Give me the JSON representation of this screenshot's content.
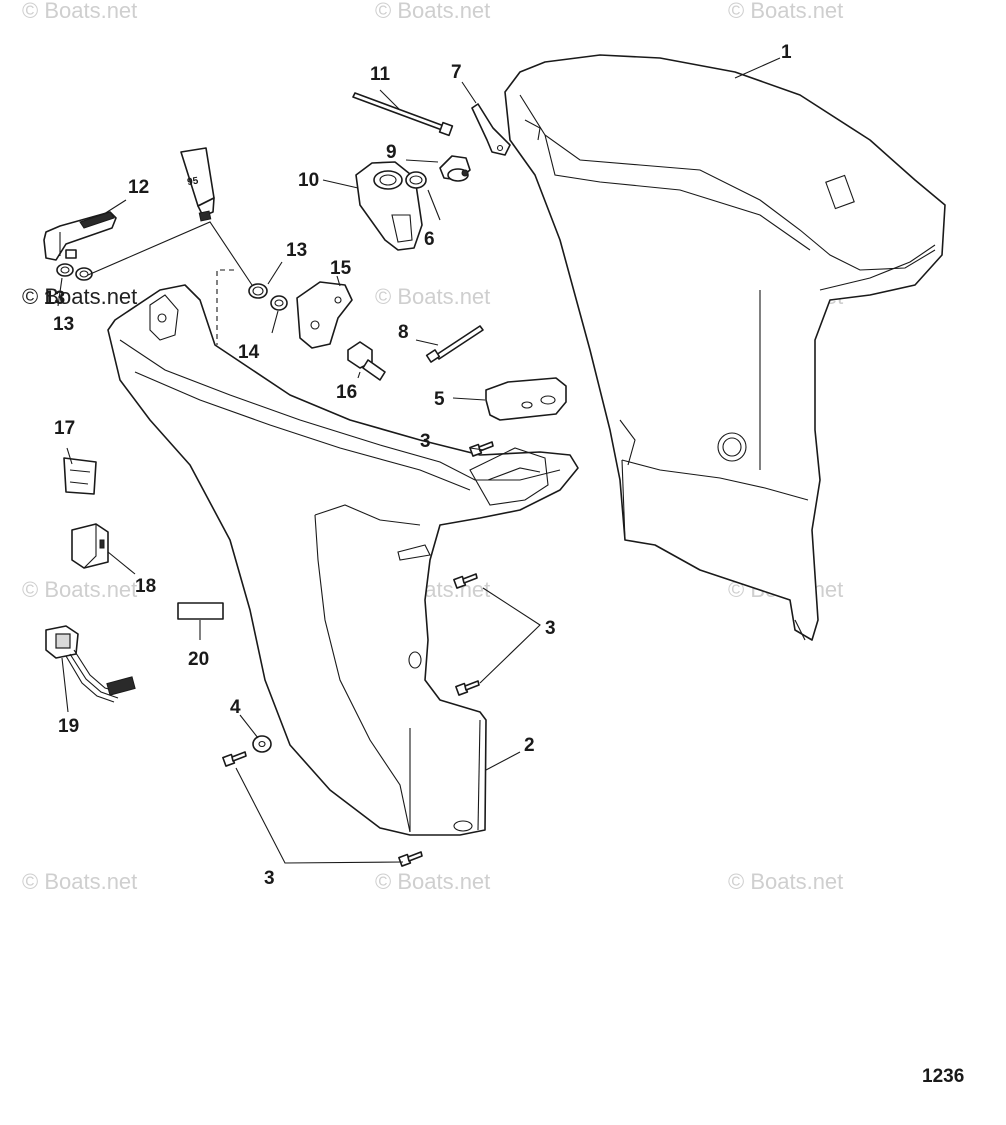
{
  "diagram": {
    "figure_number": "1236",
    "tube_label": "95",
    "watermark_text": "© Boats.net",
    "colors": {
      "line": "#1a1a1a",
      "background": "#ffffff",
      "watermark": "#cfcfcf"
    },
    "callouts": {
      "c1": "1",
      "c2": "2",
      "c3a": "3",
      "c3b": "3",
      "c3c": "3",
      "c4": "4",
      "c5": "5",
      "c6": "6",
      "c7": "7",
      "c8": "8",
      "c9": "9",
      "c10": "10",
      "c11": "11",
      "c12": "12",
      "c13a": "13",
      "c13b": "13",
      "c13c": "13",
      "c14": "14",
      "c15": "15",
      "c16": "16",
      "c17": "17",
      "c18": "18",
      "c19": "19",
      "c20": "20"
    }
  }
}
